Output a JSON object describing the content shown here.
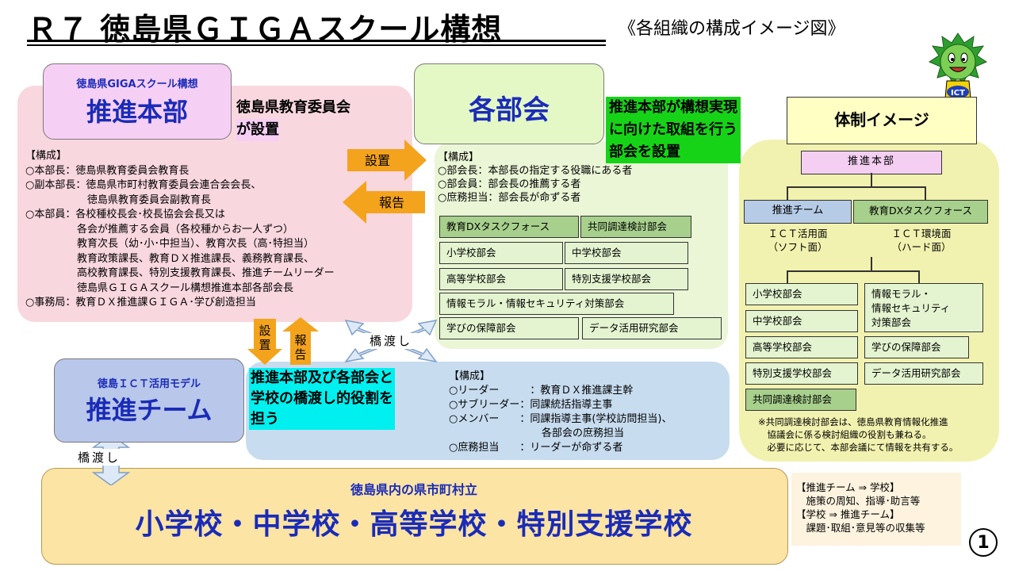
{
  "title": "Ｒ７ 徳島県ＧＩＧＡスクール構想",
  "subtitle": "《各組織の構成イメージ図》",
  "honbu": {
    "small": "徳島県GIGAスクール構想",
    "big": "推進本部",
    "setup": [
      "徳島県教育委員会",
      "が設置"
    ],
    "composition": "【構成】\n○本部長：徳島県教育委員会教育長\n○副本部長：徳島県市町村教育委員会連合会会長、\n　　　　　　徳島県教育委員会副教育長\n○本部員：各校種校長会･校長協会会長又は\n　　　　　各会が推薦する会員（各校種からお一人ずつ）\n　　　　　教育次長（幼･小･中担当）、教育次長（高･特担当）\n　　　　　教育政策課長、教育ＤＸ推進課長、義務教育課長、\n　　　　　高校教育課長、特別支援教育課長、推進チームリーダー\n　　　　　徳島県ＧＩＧＡスクール構想推進本部各部会長\n○事務局：教育ＤＸ推進課ＧＩＧＡ･学び創造担当"
  },
  "arrows": {
    "setchi": "設置",
    "hokoku": "報告",
    "setchi_v": [
      "設",
      "置"
    ],
    "hokoku_v": [
      "報",
      "告"
    ],
    "hashiwatashi": "橋渡し"
  },
  "bukai": {
    "big": "各部会",
    "green": [
      "推進本部が構想実現",
      "に向けた取組を行う",
      "部会を設置"
    ],
    "composition": "【構成】\n○部会長：本部長の指定する役職にある者\n○部会員：部会長の推薦する者\n○庶務担当：部会長が命ずる者",
    "subgroups": [
      "教育DXタスクフォース",
      "共同調達検討部会",
      "小学校部会",
      "中学校部会",
      "高等学校部会",
      "特別支援学校部会",
      "情報モラル・情報セキュリティ対策部会",
      "学びの保障部会",
      "データ活用研究部会"
    ]
  },
  "team": {
    "small": "徳島ＩＣＴ活用モデル",
    "big": "推進チーム",
    "cyan": [
      "推進本部及び各部会と",
      "学校の橋渡し的役割を",
      "担う"
    ],
    "composition": "【構成】\n○リーダー　　　：教育ＤＸ推進課主幹\n○サブリーダー：同課統括指導主事\n○メンバー　　：同課指導主事(学校訪問担当)、\n　　　　　　　　　各部会の庶務担当\n○庶務担当　　：リーダーが命ずる者"
  },
  "school": {
    "small": "徳島県内の県市町村立",
    "big": "小学校・中学校・高等学校・特別支援学校",
    "note": "【推進チーム ⇒ 学校】\n　施策の周知、指導･助言等\n【学校 ⇒ 推進チーム】\n　課題･取組･意見等の収集等"
  },
  "taisei": {
    "title": "体制イメージ",
    "honbu": "推進本部",
    "team": "推進チーム",
    "dx": "教育DXタスクフォース",
    "ict_soft": "ＩＣＴ活用面\n（ソフト面）",
    "ict_hard": "ＩＣＴ環境面\n（ハード面）",
    "left_items": [
      "小学校部会",
      "中学校部会",
      "高等学校部会",
      "特別支援学校部会",
      "共同調達検討部会"
    ],
    "right_items": [
      "情報モラル・\n情報セキュリティ\n対策部会",
      "学びの保障部会",
      "データ活用研究部会"
    ],
    "note": "※共同調達検討部会は、徳島県教育情報化推進\n　協議会に係る検討組織の役割も兼ねる。\n　必要に応じて、本部会議にて情報を共有する。"
  },
  "mascot_label": "ICT",
  "page_number": "1",
  "colors": {
    "blue_text": "#1a2bb8",
    "arrow_orange": "#f4a31c",
    "green_highlight": "#17d317",
    "cyan_highlight": "#00f0f0"
  }
}
